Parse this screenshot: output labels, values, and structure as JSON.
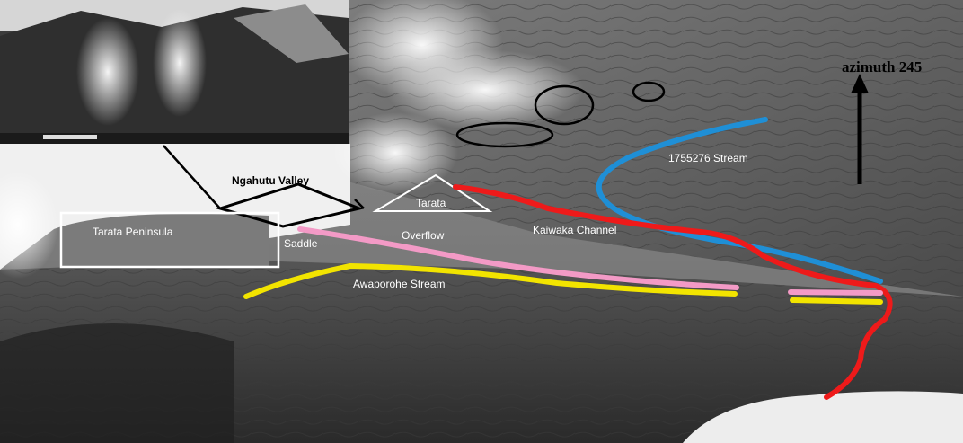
{
  "labels": {
    "azimuth": "azimuth 245",
    "ngahutu_valley": "Ngahutu Valley",
    "tarata_peninsula": "Tarata Peninsula",
    "saddle": "Saddle",
    "tarata": "Tarata",
    "overflow": "Overflow",
    "kaiwaka_channel": "Kaiwaka Channel",
    "stream_1755276": "1755276 Stream",
    "awaporohe_stream": "Awaporohe Stream"
  },
  "colors": {
    "blue_stream": "#1f8fd6",
    "red_channel": "#ee1a1a",
    "pink_overflow": "#f39ac6",
    "yellow_stream": "#f2e400",
    "box_white": "#ffffff",
    "outline_black": "#000000"
  }
}
